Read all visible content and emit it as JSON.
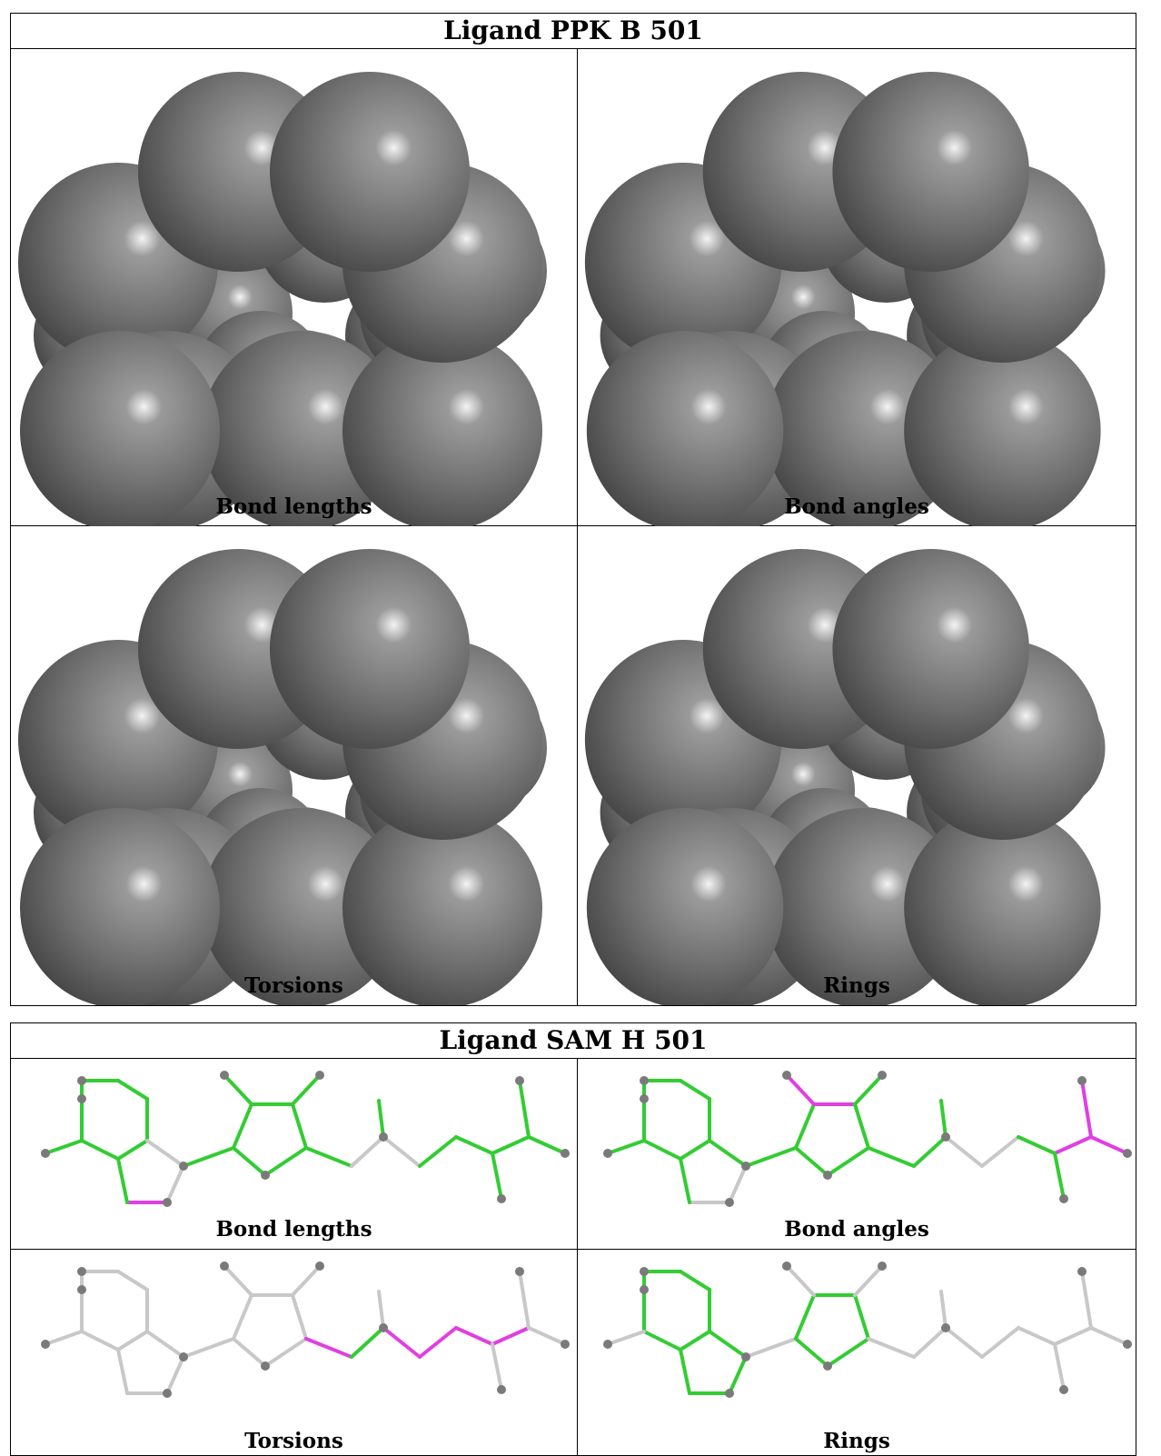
{
  "panels": [
    {
      "title": "Ligand PPK B 501",
      "cells": [
        {
          "caption": "Bond lengths"
        },
        {
          "caption": "Bond angles"
        },
        {
          "caption": "Torsions"
        },
        {
          "caption": "Rings"
        }
      ]
    },
    {
      "title": "Ligand SAM H 501",
      "cells": [
        {
          "caption": "Bond lengths"
        },
        {
          "caption": "Bond angles"
        },
        {
          "caption": "Torsions"
        },
        {
          "caption": "Rings"
        }
      ]
    }
  ],
  "colors": {
    "sphere": "#6e6e6e",
    "ok_bond": "#33cc33",
    "outlier_bond": "#e040e0",
    "neutral_bond": "#c8c8c8",
    "atom": "#7a7a7a"
  }
}
